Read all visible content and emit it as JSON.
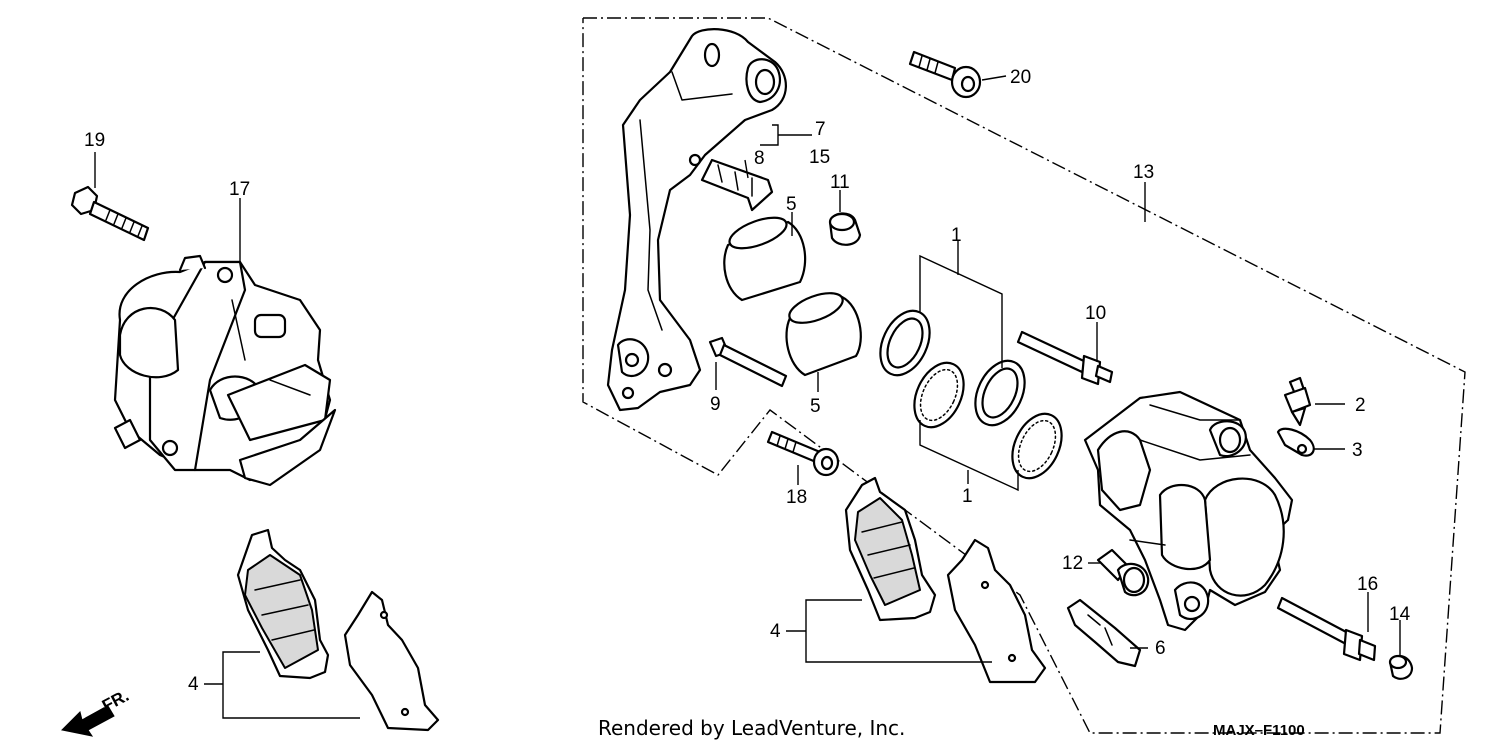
{
  "callouts": {
    "n1a": "1",
    "n1b": "1",
    "n2": "2",
    "n3": "3",
    "n4a": "4",
    "n4b": "4",
    "n5a": "5",
    "n5b": "5",
    "n6": "6",
    "n7": "7",
    "n8": "8",
    "n9": "9",
    "n10": "10",
    "n11": "11",
    "n12": "12",
    "n13": "13",
    "n14": "14",
    "n15": "15",
    "n16": "16",
    "n17": "17",
    "n18": "18",
    "n19": "19",
    "n20": "20"
  },
  "direction_label": "FR.",
  "footer": {
    "credit": "Rendered by LeadVenture, Inc.",
    "diagram_code": "MAJX–F1100"
  }
}
